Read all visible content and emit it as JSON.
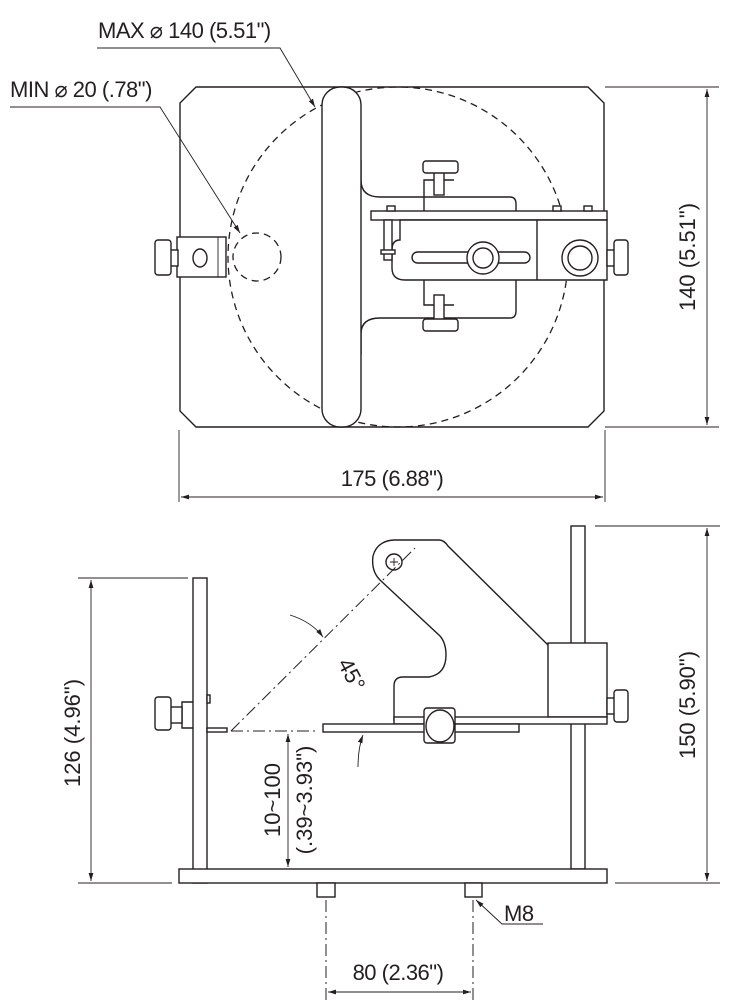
{
  "top_view": {
    "max_diameter_label": "MAX ⌀ 140 (5.51\")",
    "min_diameter_label": "MIN ⌀ 20 (.78\")",
    "height_dim": "140 (5.51\")",
    "width_dim": "175 (6.88\")"
  },
  "side_view": {
    "left_height_dim": "126 (4.96\")",
    "right_height_dim": "150 (5.90\")",
    "angle_label": "45°",
    "range_dim_mm": "10~100",
    "range_dim_in": "(.39~3.93\")",
    "foot_spacing_dim": "80 (2.36\")",
    "thread_label": "M8"
  }
}
